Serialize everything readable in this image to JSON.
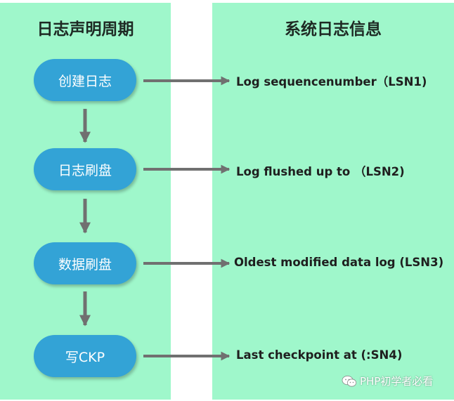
{
  "headers": {
    "left": "日志声明周期",
    "right": "系统日志信息"
  },
  "stages": [
    {
      "label": "创建日志",
      "info": "Log sequencenumber（LSN1)"
    },
    {
      "label": "日志刷盘",
      "info": "Log flushed up to （LSN2)"
    },
    {
      "label": "数据刷盘",
      "info": "Oldest  modified data log (LSN3)"
    },
    {
      "label": "写CKP",
      "info": "Last checkpoint at (:SN4)"
    }
  ],
  "watermark": {
    "text": "PHP初学者必看",
    "icon": "wechat-icon"
  },
  "colors": {
    "panel_bg": "#9ff7cb",
    "stage_bg": "#33a3d6",
    "arrow": "#707070"
  }
}
